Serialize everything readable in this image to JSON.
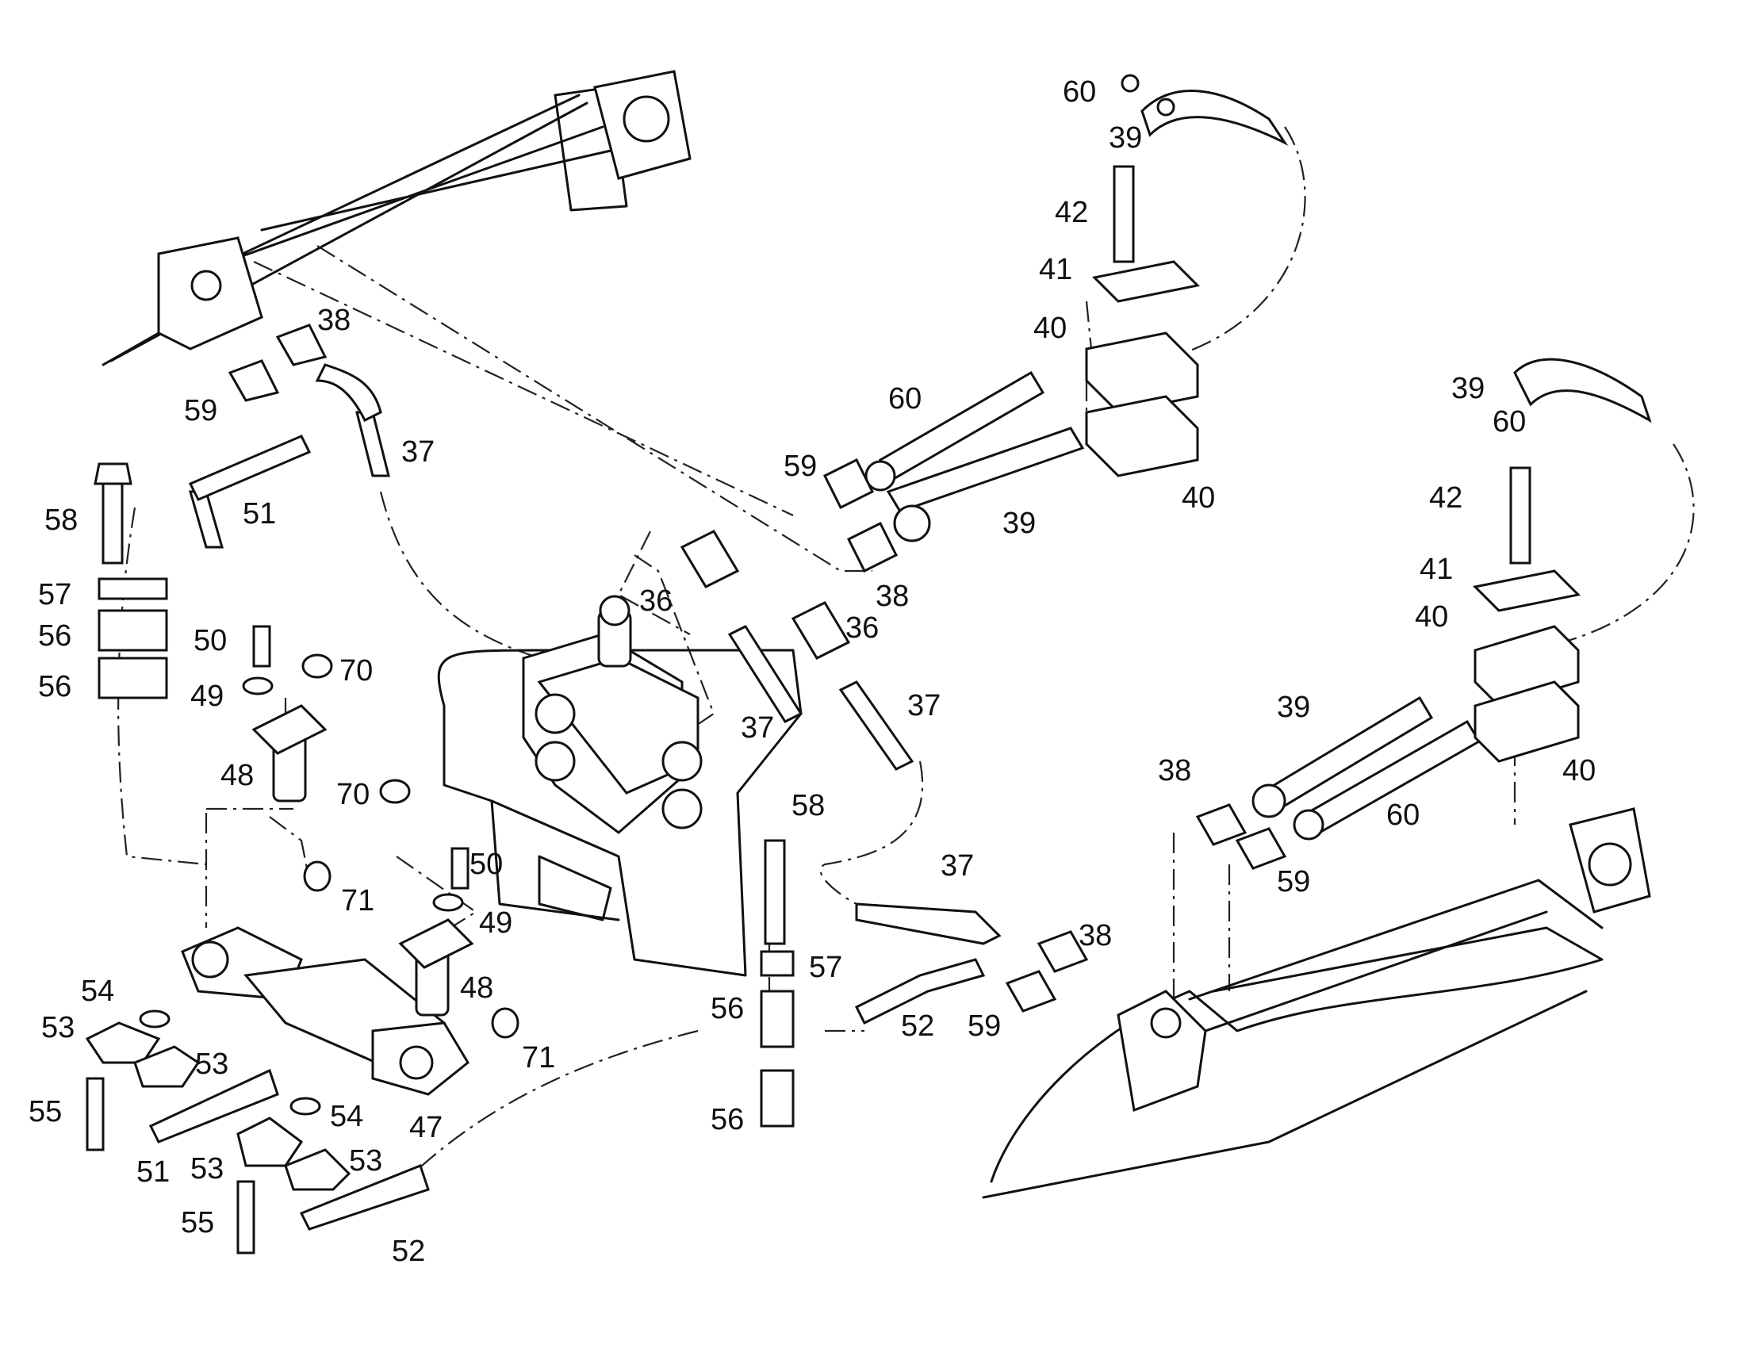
{
  "callouts": [
    {
      "label": "60"
    },
    {
      "label": "39"
    },
    {
      "label": "42"
    },
    {
      "label": "41"
    },
    {
      "label": "40"
    },
    {
      "label": "38"
    },
    {
      "label": "59"
    },
    {
      "label": "37"
    },
    {
      "label": "60"
    },
    {
      "label": "59"
    },
    {
      "label": "40"
    },
    {
      "label": "39"
    },
    {
      "label": "38"
    },
    {
      "label": "39"
    },
    {
      "label": "60"
    },
    {
      "label": "42"
    },
    {
      "label": "41"
    },
    {
      "label": "40"
    },
    {
      "label": "58"
    },
    {
      "label": "51"
    },
    {
      "label": "57"
    },
    {
      "label": "56"
    },
    {
      "label": "56"
    },
    {
      "label": "50"
    },
    {
      "label": "70"
    },
    {
      "label": "49"
    },
    {
      "label": "48"
    },
    {
      "label": "36"
    },
    {
      "label": "36"
    },
    {
      "label": "37"
    },
    {
      "label": "37"
    },
    {
      "label": "39"
    },
    {
      "label": "38"
    },
    {
      "label": "60"
    },
    {
      "label": "40"
    },
    {
      "label": "59"
    },
    {
      "label": "70"
    },
    {
      "label": "58"
    },
    {
      "label": "50"
    },
    {
      "label": "49"
    },
    {
      "label": "71"
    },
    {
      "label": "37"
    },
    {
      "label": "38"
    },
    {
      "label": "57"
    },
    {
      "label": "48"
    },
    {
      "label": "54"
    },
    {
      "label": "53"
    },
    {
      "label": "53"
    },
    {
      "label": "71"
    },
    {
      "label": "56"
    },
    {
      "label": "52"
    },
    {
      "label": "59"
    },
    {
      "label": "55"
    },
    {
      "label": "54"
    },
    {
      "label": "47"
    },
    {
      "label": "51"
    },
    {
      "label": "53"
    },
    {
      "label": "53"
    },
    {
      "label": "56"
    },
    {
      "label": "55"
    },
    {
      "label": "52"
    }
  ]
}
